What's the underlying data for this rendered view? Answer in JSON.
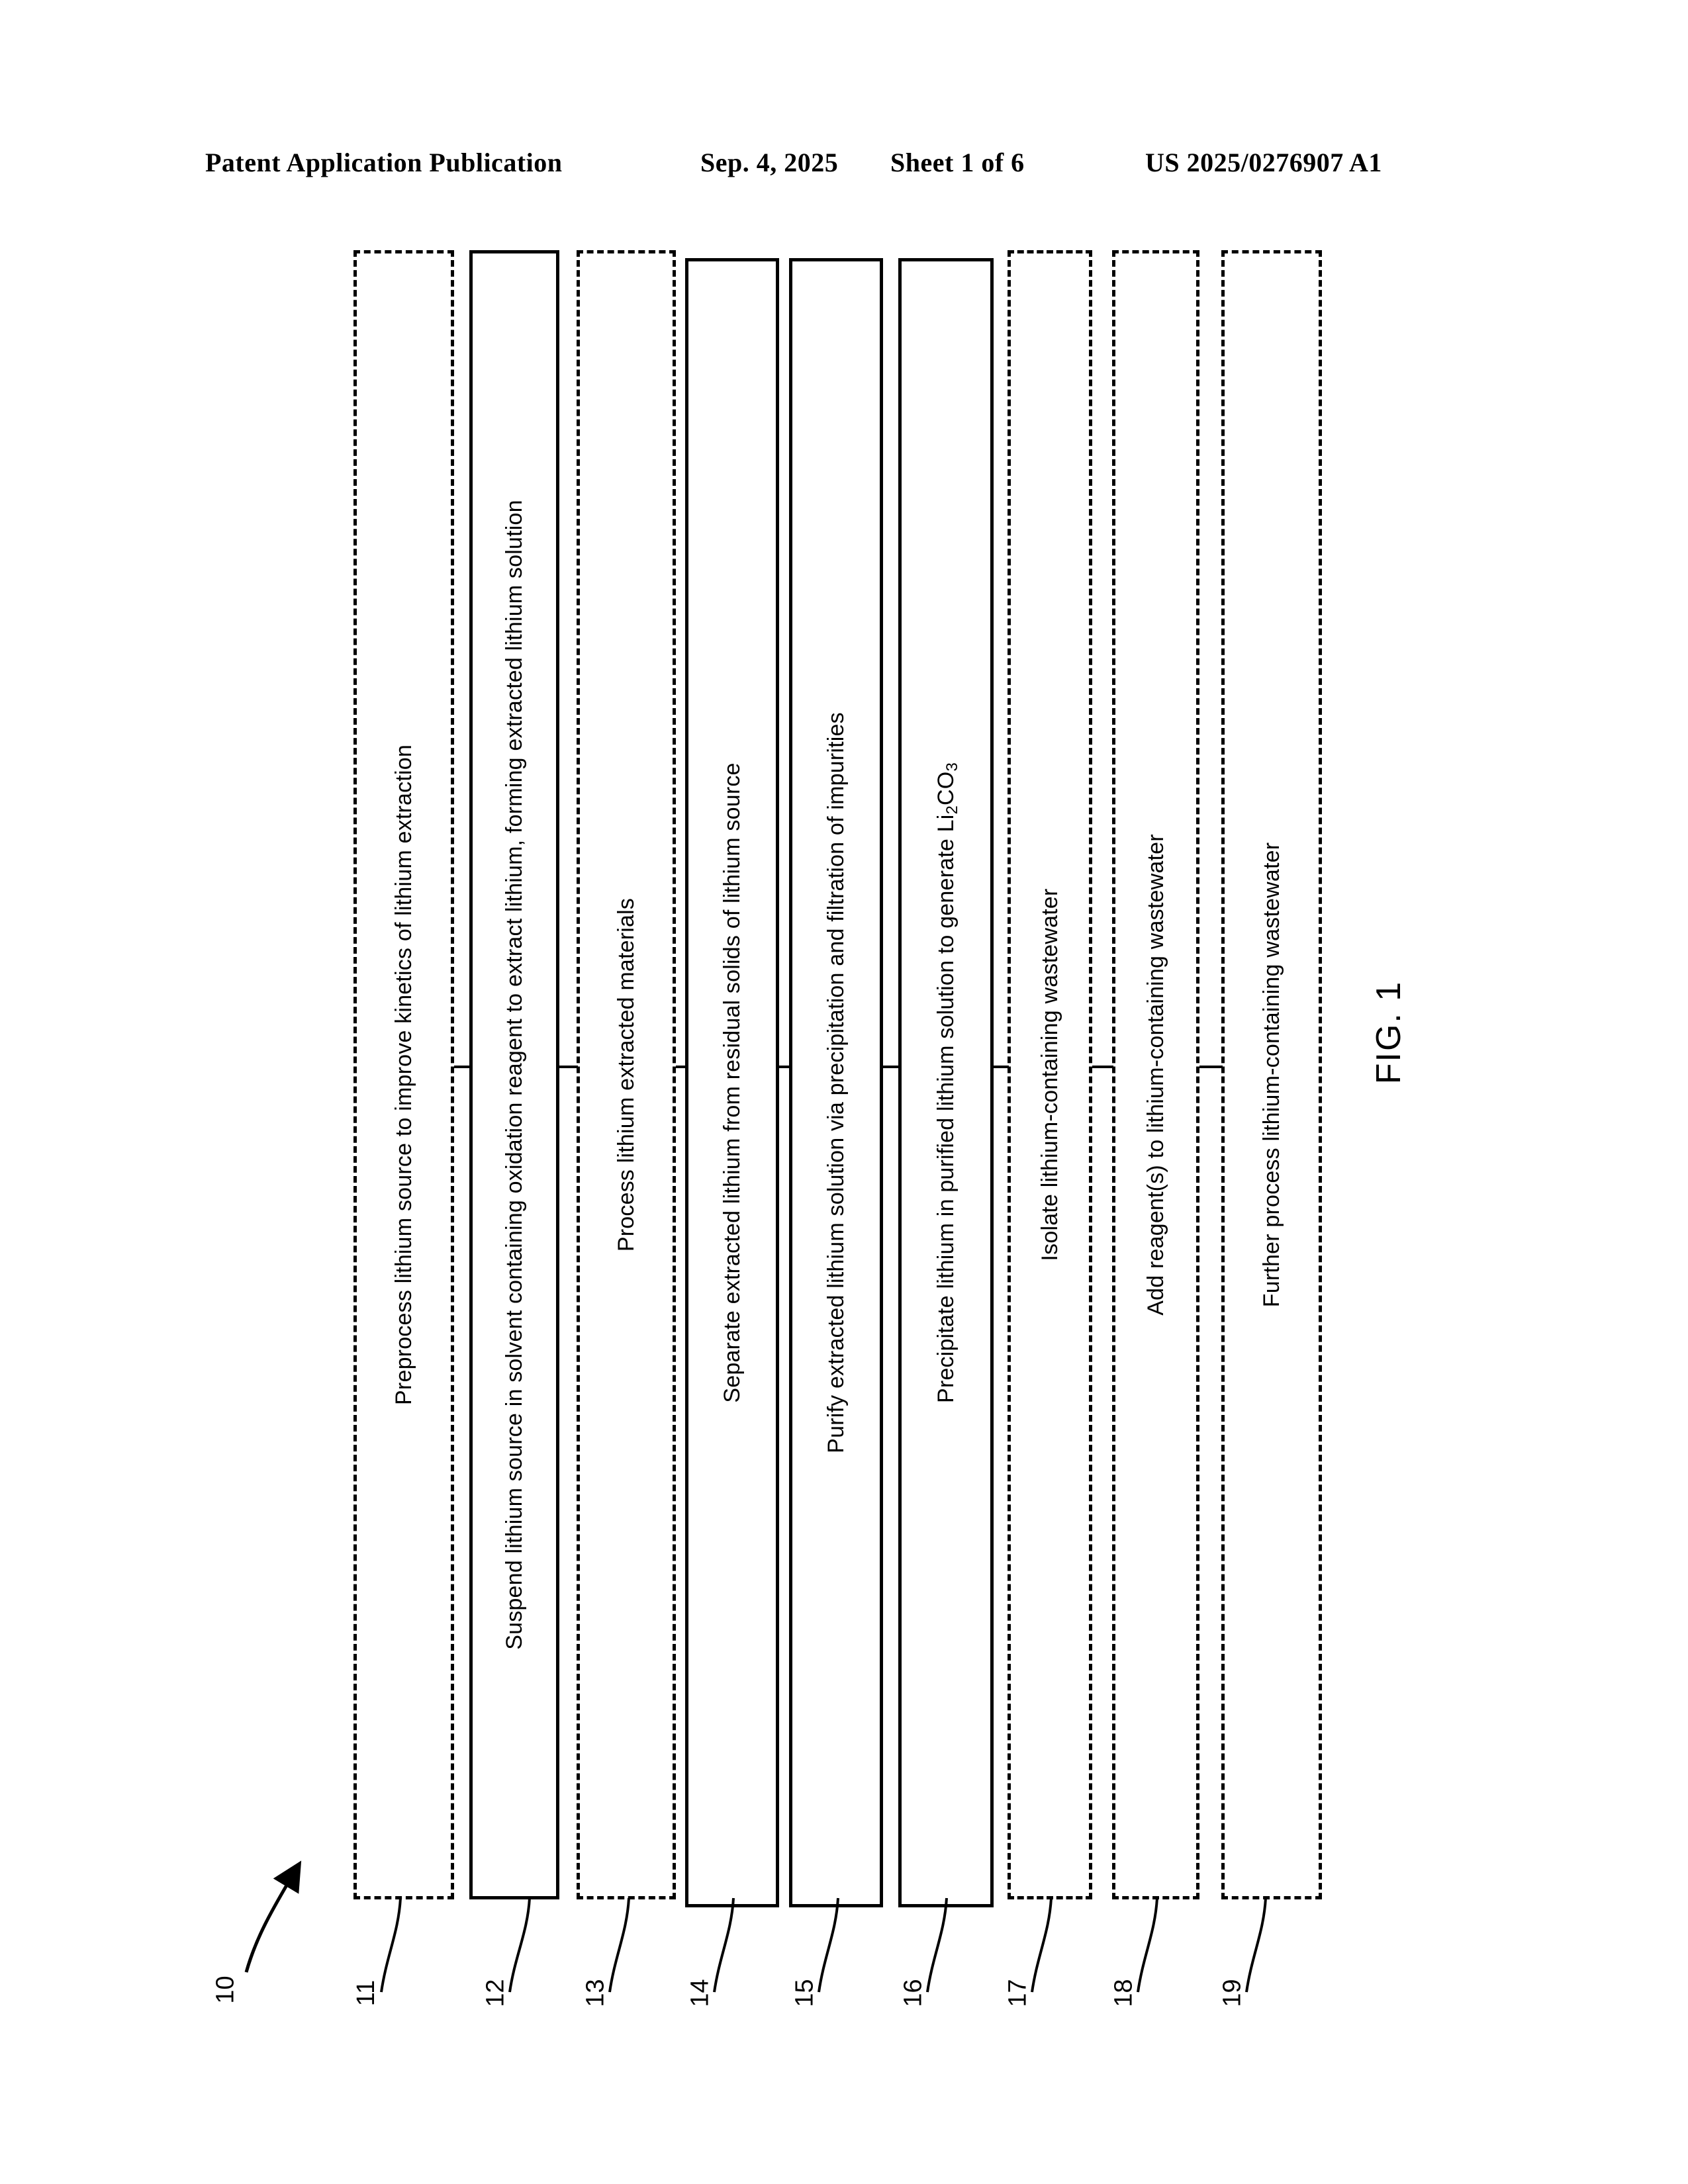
{
  "header": {
    "publication": "Patent Application Publication",
    "date": "Sep. 4, 2025",
    "sheet": "Sheet 1 of 6",
    "doc_id": "US 2025/0276907 A1"
  },
  "figure": {
    "label": "FIG. 1",
    "overall_ref": "10",
    "steps": [
      {
        "ref": "11",
        "style": "dashed",
        "text": "Preprocess lithium source to improve kinetics of lithium extraction"
      },
      {
        "ref": "12",
        "style": "solid",
        "text": "Suspend lithium source in solvent containing oxidation reagent to extract lithium, forming extracted lithium solution"
      },
      {
        "ref": "13",
        "style": "dashed",
        "text": "Process lithium extracted materials"
      },
      {
        "ref": "14",
        "style": "solid",
        "text": "Separate extracted lithium from residual solids of lithium source"
      },
      {
        "ref": "15",
        "style": "solid",
        "text": "Purify extracted lithium solution via precipitation and filtration of impurities"
      },
      {
        "ref": "16",
        "style": "solid",
        "text_pre": "Precipitate lithium in purified lithium solution to generate Li",
        "text_sub": "2",
        "text_mid": "CO",
        "text_sub2": "3",
        "text": "Precipitate lithium in purified lithium solution to generate Li2CO3"
      },
      {
        "ref": "17",
        "style": "dashed",
        "text": "Isolate lithium-containing wastewater"
      },
      {
        "ref": "18",
        "style": "dashed",
        "text": "Add reagent(s) to lithium-containing wastewater"
      },
      {
        "ref": "19",
        "style": "dashed",
        "text": "Further process lithium-containing wastewater"
      }
    ]
  }
}
